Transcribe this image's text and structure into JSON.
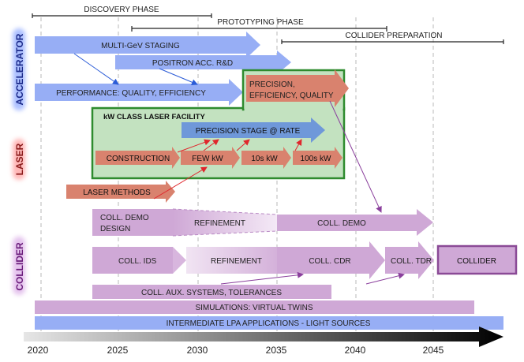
{
  "phases": {
    "discovery": "DISCOVERY PHASE",
    "prototyping": "PROTOTYPING PHASE",
    "collider_prep": "COLLIDER PREPARATION"
  },
  "categories": {
    "accelerator": "ACCELERATOR",
    "laser": "LASER",
    "collider": "COLLIDER"
  },
  "accelerator": {
    "multi_gev": "MULTI-GeV STAGING",
    "positron": "POSITRON ACC. R&D",
    "performance": "PERFORMANCE: QUALITY, EFFICIENCY",
    "precision_line1": "PRECISION,",
    "precision_line2": "EFFICIENCY, QUALITY"
  },
  "laser": {
    "facility": "kW CLASS LASER FACILITY",
    "precision_stage": "PRECISION STAGE @ RATE",
    "construction": "CONSTRUCTION",
    "few_kw": "FEW kW",
    "tens_kw": "10s kW",
    "hundreds_kw": "100s kW",
    "methods": "LASER METHODS"
  },
  "collider": {
    "demo_design_line1": "COLL. DEMO",
    "demo_design_line2": "DESIGN",
    "refinement_1": "REFINEMENT",
    "coll_demo": "COLL. DEMO",
    "ids": "COLL. IDS",
    "refinement_2": "REFINEMENT",
    "cdr": "COLL. CDR",
    "tdr": "COLL. TDR",
    "collider": "COLLIDER",
    "aux": "COLL. AUX. SYSTEMS, TOLERANCES",
    "simulations": "SIMULATIONS: VIRTUAL TWINS",
    "lpa": "INTERMEDIATE LPA APPLICATIONS - LIGHT SOURCES"
  },
  "years": [
    "2020",
    "2025",
    "2030",
    "2035",
    "2040",
    "2045"
  ],
  "colors": {
    "accelerator_blue": "#97aef5",
    "laser_red": "#d9826e",
    "collider_purple": "#cfa8d6",
    "facility_green": "#c3e2c0",
    "facility_border": "#2e8b2e",
    "precision_stage_blue": "#6f98d9"
  }
}
